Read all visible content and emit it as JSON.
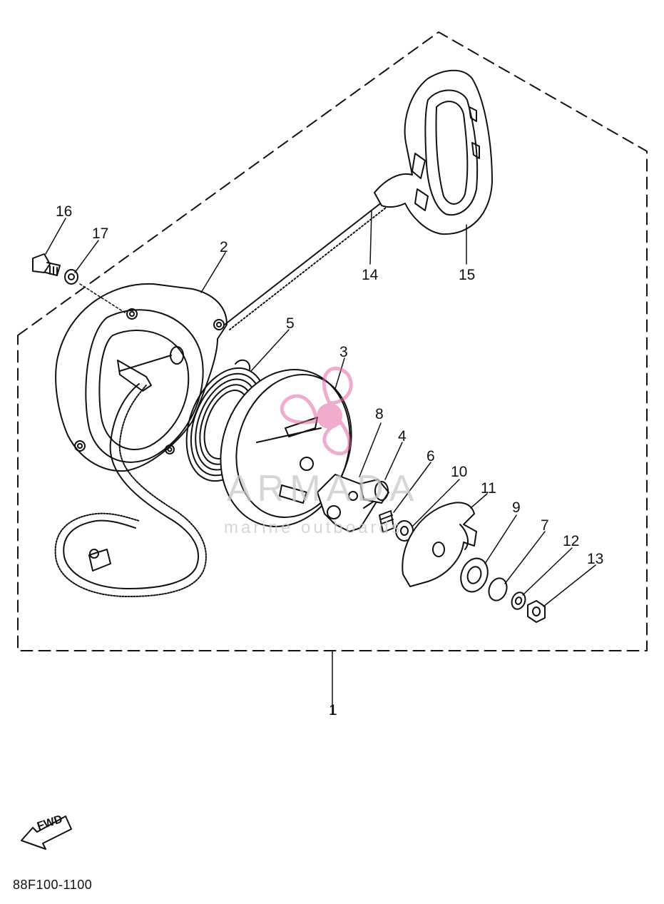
{
  "diagram": {
    "part_code": "88F100-1100",
    "fwd_label": "FWD",
    "watermark": {
      "brand": "ARMADA",
      "tagline": "marine outboards",
      "color": "#e46aa3"
    },
    "callouts": [
      "1",
      "2",
      "3",
      "4",
      "5",
      "6",
      "7",
      "8",
      "9",
      "10",
      "11",
      "12",
      "13",
      "14",
      "15",
      "16",
      "17"
    ],
    "parts": [
      "manual-starter-assembly",
      "starter-case",
      "sheave-drum",
      "pawl",
      "spiral-spring",
      "spring",
      "washer",
      "pawl-holder",
      "washer",
      "bushing",
      "drive-plate",
      "spring-washer",
      "nut",
      "starter-rope",
      "starter-handle",
      "bolt",
      "washer"
    ]
  }
}
